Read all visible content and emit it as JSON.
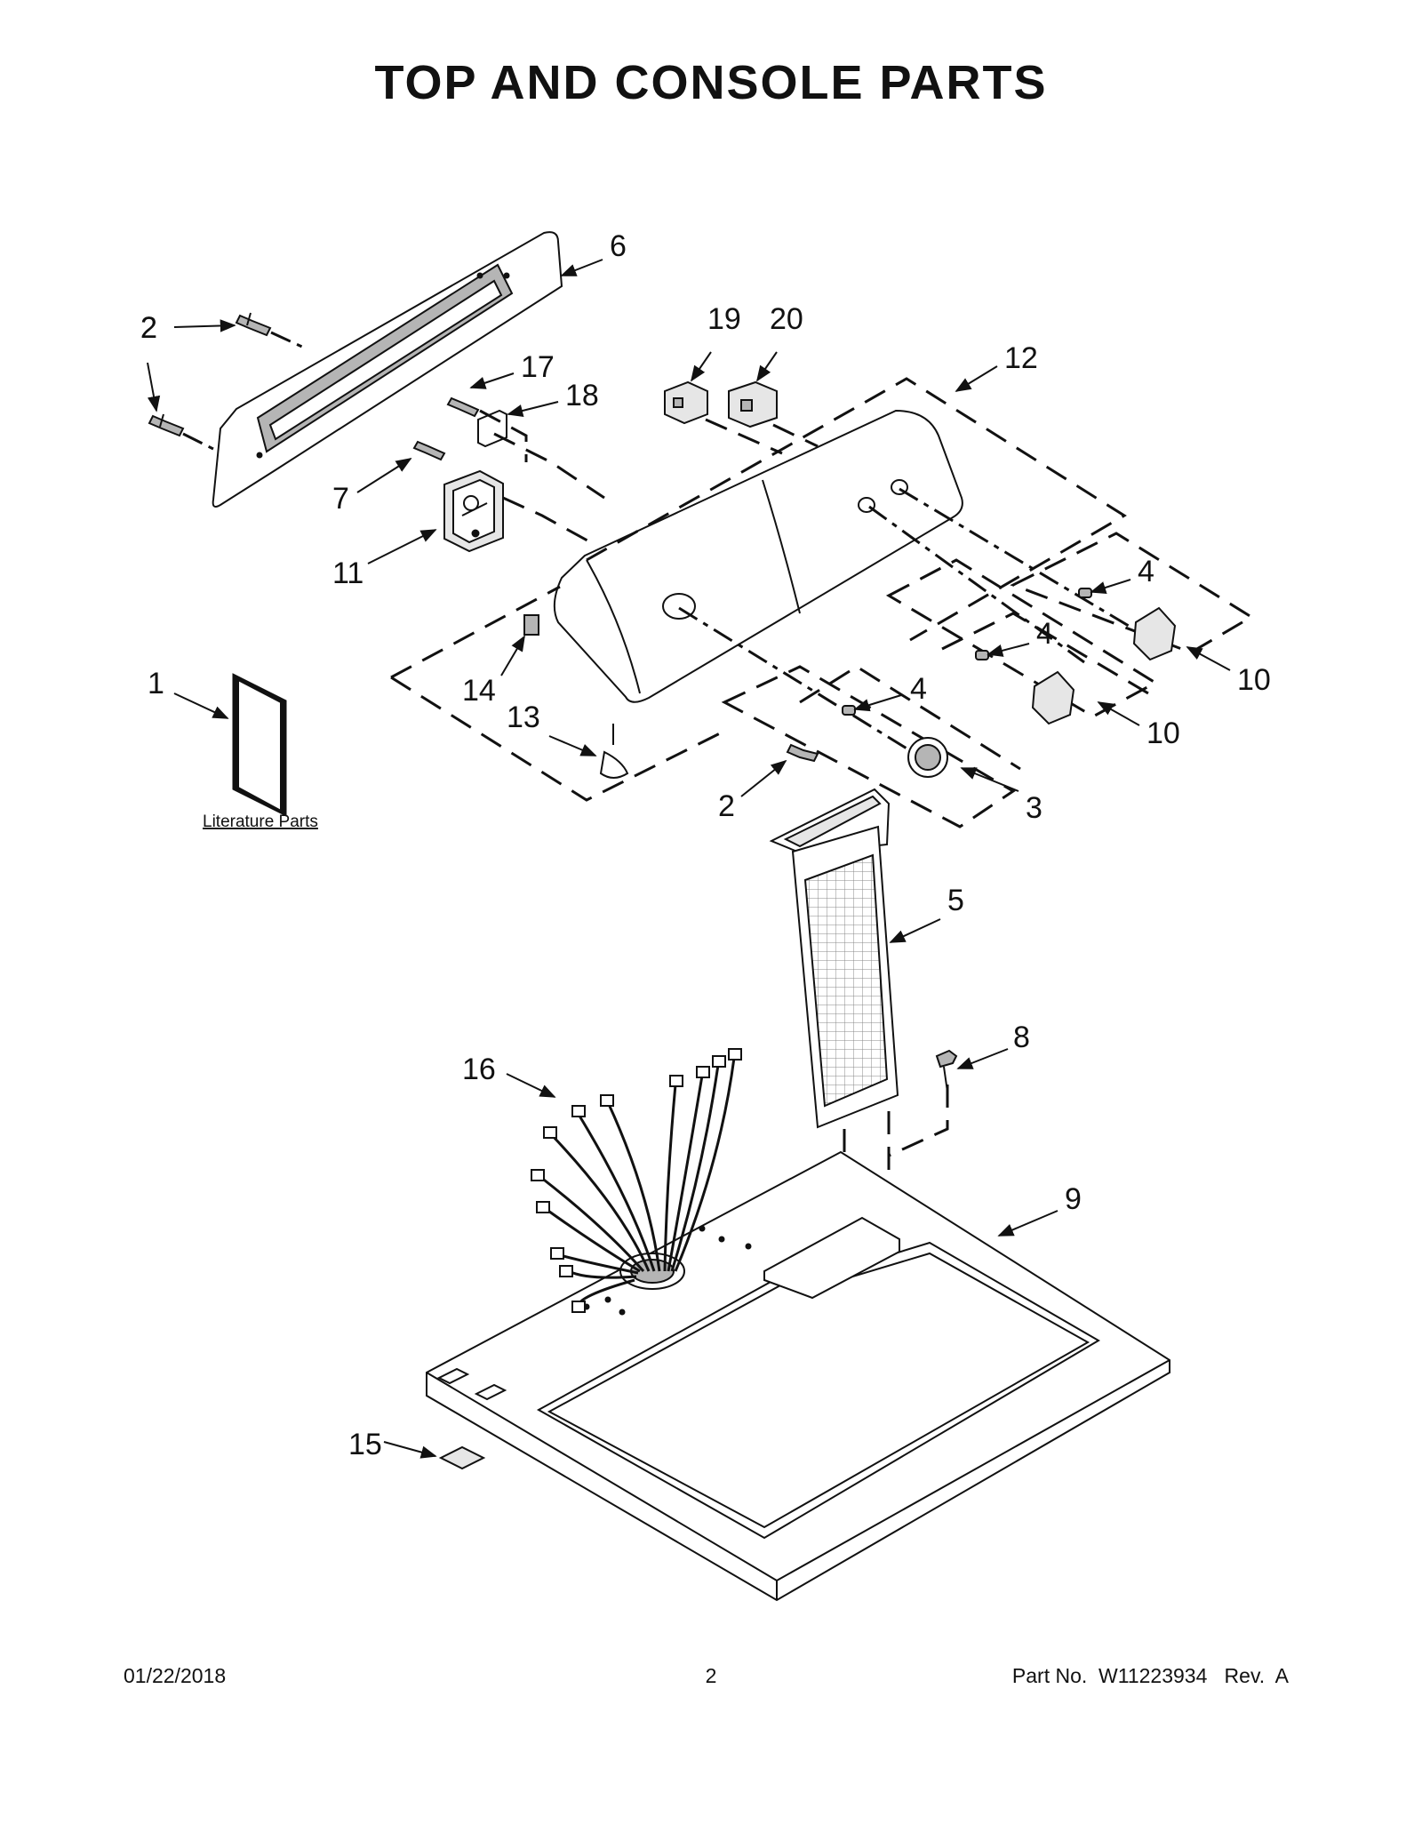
{
  "title": "TOP AND CONSOLE PARTS",
  "literature_label": "Literature Parts",
  "callouts": [
    "1",
    "2",
    "2",
    "2",
    "3",
    "4",
    "4",
    "4",
    "5",
    "6",
    "7",
    "8",
    "9",
    "10",
    "10",
    "11",
    "12",
    "13",
    "14",
    "15",
    "16",
    "17",
    "18",
    "19",
    "20"
  ],
  "footer": {
    "date": "01/22/2018",
    "page": "2",
    "part": "Part No.  W11223934   Rev.  A"
  }
}
